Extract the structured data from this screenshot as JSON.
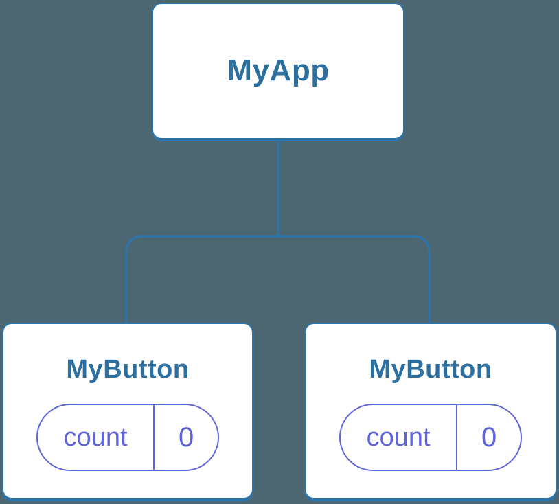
{
  "colors": {
    "background": "#4c6771",
    "node_fill": "#ffffff",
    "node_border": "#2e74a8",
    "node_text": "#2d6f9e",
    "state_accent": "#6065db"
  },
  "tree": {
    "root": {
      "label": "MyApp"
    },
    "children": [
      {
        "label": "MyButton",
        "state": {
          "key": "count",
          "value": "0"
        }
      },
      {
        "label": "MyButton",
        "state": {
          "key": "count",
          "value": "0"
        }
      }
    ]
  }
}
